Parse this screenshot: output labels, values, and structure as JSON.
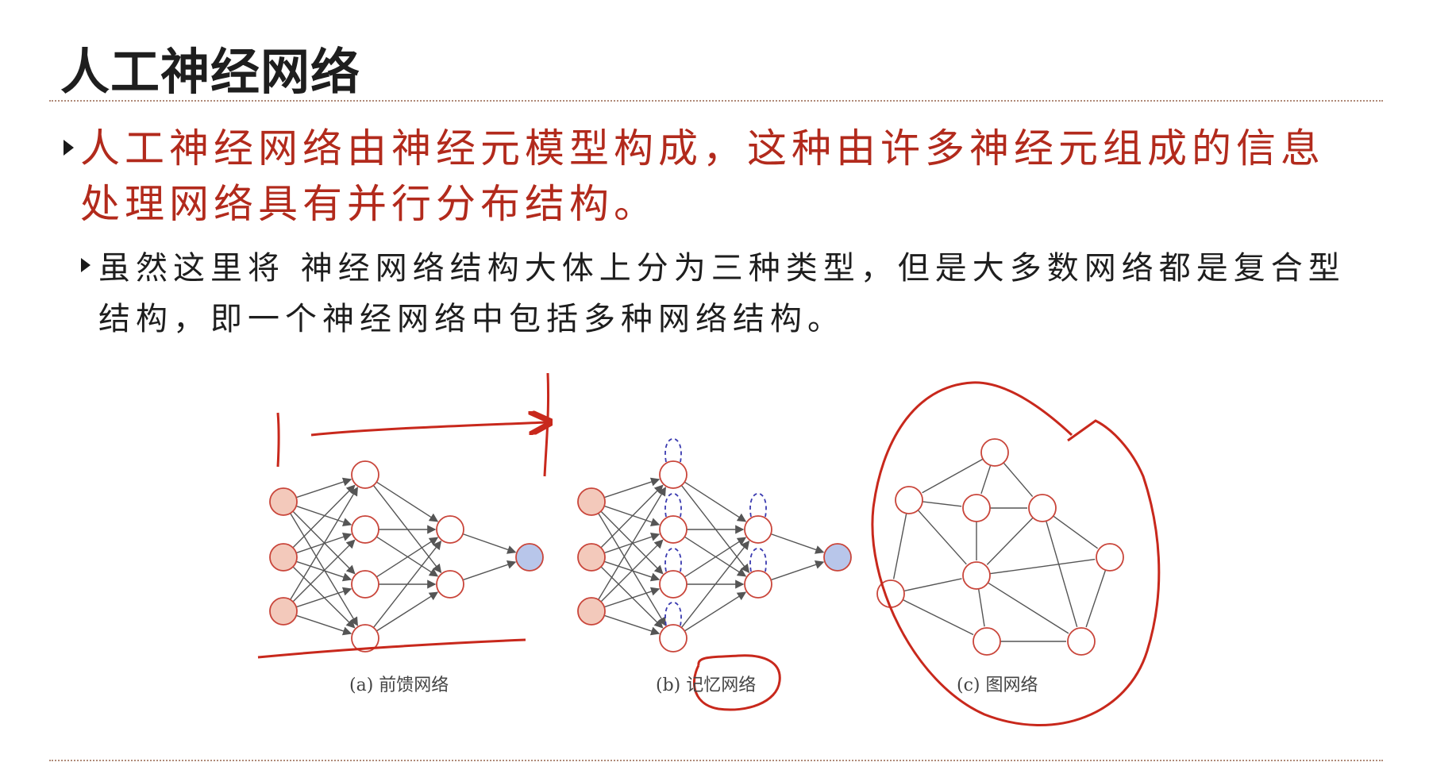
{
  "slide": {
    "title": "人工神经网络",
    "bullet1": "人工神经网络由神经元模型构成，这种由许多神经元组成的信息处理网络具有并行分布结构。",
    "bullet2": "虽然这里将 神经网络结构大体上分为三种类型，但是大多数网络都是复合型结构，即一个神经网络中包括多种网络结构。"
  },
  "figure": {
    "captions": {
      "a": "(a) 前馈网络",
      "b": "(b) 记忆网络",
      "c": "(c) 图网络"
    }
  },
  "colors": {
    "accent_text": "#b22a1c",
    "annotation": "#c8281c",
    "input_node_fill": "#f3c9bb",
    "output_node_fill": "#b8c6ea",
    "node_stroke": "#c9453a",
    "edge": "#555555",
    "memory_loop": "#3b3bb0"
  }
}
